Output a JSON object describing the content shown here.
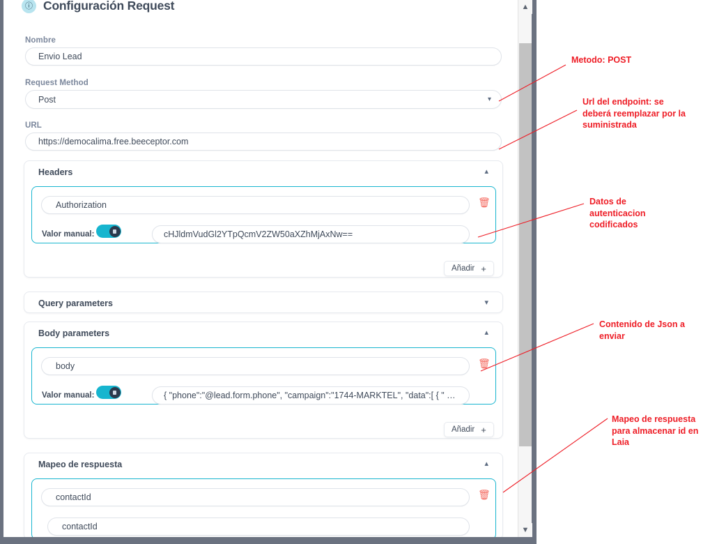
{
  "header": {
    "icon": "info-circle-icon",
    "title": "Configuración Request"
  },
  "form": {
    "name_label": "Nombre",
    "name_value": "Envio Lead",
    "method_label": "Request Method",
    "method_value": "Post",
    "url_label": "URL",
    "url_value": "https://democalima.free.beeceptor.com"
  },
  "sections": {
    "headers": {
      "title": "Headers",
      "collapsed": false,
      "chevron": "chevron-up-icon",
      "rows": [
        {
          "key": "Authorization",
          "manual_label": "Valor manual:",
          "toggle_on": true,
          "value": "cHJldmVudGl2YTpQcmV2ZW50aXZhMjAxNw=="
        }
      ],
      "add_label": "Añadir",
      "add_plus": "+"
    },
    "query": {
      "title": "Query parameters",
      "collapsed": true,
      "chevron": "chevron-down-icon"
    },
    "body": {
      "title": "Body parameters",
      "collapsed": false,
      "chevron": "chevron-up-icon",
      "rows": [
        {
          "key": "body",
          "manual_label": "Valor manual:",
          "toggle_on": true,
          "value": "{ \"phone\":\"@lead.form.phone\", \"campaign\":\"1744-MARKTEL\", \"data\":[ { \"  …"
        }
      ],
      "add_label": "Añadir",
      "add_plus": "+"
    },
    "mapping": {
      "title": "Mapeo de respuesta",
      "collapsed": false,
      "chevron": "chevron-up-icon",
      "rows": [
        {
          "key": "contactId"
        },
        {
          "key": "contactId"
        }
      ]
    }
  },
  "annotations": [
    {
      "text": "Metodo: POST"
    },
    {
      "text": "Url del endpoint: se deberá reemplazar por la suministrada"
    },
    {
      "text": "Datos de autenticacion codificados"
    },
    {
      "text": "Contenido de Json a enviar"
    },
    {
      "text": "Mapeo de respuesta para almacenar id en Laia"
    }
  ],
  "scrollbar": {
    "up_arrow": "chevron-up-icon",
    "down_arrow": "chevron-down-icon"
  },
  "colors": {
    "accent_cyan": "#17b5cf",
    "annotation_red": "#ee1c25",
    "text_dark": "#3f4a5a",
    "label_gray": "#7b879c",
    "trash_red": "#f4685e"
  }
}
